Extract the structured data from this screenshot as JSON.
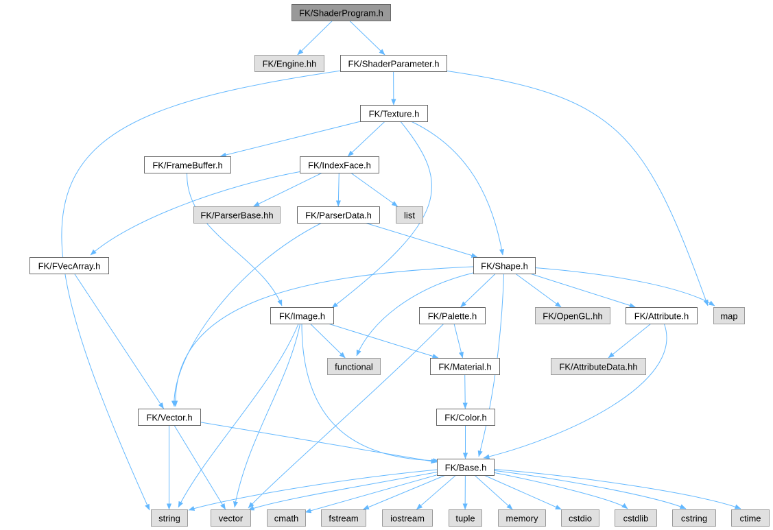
{
  "diagram": {
    "edge_color": "#63b8ff",
    "nodes": [
      {
        "id": "shaderprogram",
        "label": "FK/ShaderProgram.h",
        "kind": "root"
      },
      {
        "id": "engine",
        "label": "FK/Engine.hh",
        "kind": "external"
      },
      {
        "id": "shaderparameter",
        "label": "FK/ShaderParameter.h",
        "kind": "local"
      },
      {
        "id": "texture",
        "label": "FK/Texture.h",
        "kind": "local"
      },
      {
        "id": "framebuffer",
        "label": "FK/FrameBuffer.h",
        "kind": "local"
      },
      {
        "id": "indexface",
        "label": "FK/IndexFace.h",
        "kind": "local"
      },
      {
        "id": "parserbase",
        "label": "FK/ParserBase.hh",
        "kind": "external"
      },
      {
        "id": "parserdata",
        "label": "FK/ParserData.h",
        "kind": "local"
      },
      {
        "id": "list",
        "label": "list",
        "kind": "external"
      },
      {
        "id": "fvecarray",
        "label": "FK/FVecArray.h",
        "kind": "local"
      },
      {
        "id": "shape",
        "label": "FK/Shape.h",
        "kind": "local"
      },
      {
        "id": "image",
        "label": "FK/Image.h",
        "kind": "local"
      },
      {
        "id": "palette",
        "label": "FK/Palette.h",
        "kind": "local"
      },
      {
        "id": "opengl",
        "label": "FK/OpenGL.hh",
        "kind": "external"
      },
      {
        "id": "attribute",
        "label": "FK/Attribute.h",
        "kind": "local"
      },
      {
        "id": "map",
        "label": "map",
        "kind": "external"
      },
      {
        "id": "functional",
        "label": "functional",
        "kind": "external"
      },
      {
        "id": "material",
        "label": "FK/Material.h",
        "kind": "local"
      },
      {
        "id": "attributedata",
        "label": "FK/AttributeData.hh",
        "kind": "external"
      },
      {
        "id": "vector_h",
        "label": "FK/Vector.h",
        "kind": "local"
      },
      {
        "id": "color",
        "label": "FK/Color.h",
        "kind": "local"
      },
      {
        "id": "base",
        "label": "FK/Base.h",
        "kind": "local"
      },
      {
        "id": "string",
        "label": "string",
        "kind": "external"
      },
      {
        "id": "vector",
        "label": "vector",
        "kind": "external"
      },
      {
        "id": "cmath",
        "label": "cmath",
        "kind": "external"
      },
      {
        "id": "fstream",
        "label": "fstream",
        "kind": "external"
      },
      {
        "id": "iostream",
        "label": "iostream",
        "kind": "external"
      },
      {
        "id": "tuple",
        "label": "tuple",
        "kind": "external"
      },
      {
        "id": "memory",
        "label": "memory",
        "kind": "external"
      },
      {
        "id": "cstdio",
        "label": "cstdio",
        "kind": "external"
      },
      {
        "id": "cstdlib",
        "label": "cstdlib",
        "kind": "external"
      },
      {
        "id": "cstring",
        "label": "cstring",
        "kind": "external"
      },
      {
        "id": "ctime",
        "label": "ctime",
        "kind": "external"
      }
    ],
    "edges": [
      {
        "from": "shaderprogram",
        "to": "engine"
      },
      {
        "from": "shaderprogram",
        "to": "shaderparameter"
      },
      {
        "from": "shaderparameter",
        "to": "string"
      },
      {
        "from": "shaderparameter",
        "to": "texture"
      },
      {
        "from": "shaderparameter",
        "to": "map"
      },
      {
        "from": "texture",
        "to": "framebuffer"
      },
      {
        "from": "texture",
        "to": "indexface"
      },
      {
        "from": "texture",
        "to": "image"
      },
      {
        "from": "texture",
        "to": "shape"
      },
      {
        "from": "framebuffer",
        "to": "image"
      },
      {
        "from": "indexface",
        "to": "fvecarray"
      },
      {
        "from": "indexface",
        "to": "parserbase"
      },
      {
        "from": "indexface",
        "to": "parserdata"
      },
      {
        "from": "indexface",
        "to": "list"
      },
      {
        "from": "parserdata",
        "to": "vector_h"
      },
      {
        "from": "parserdata",
        "to": "shape"
      },
      {
        "from": "fvecarray",
        "to": "vector_h"
      },
      {
        "from": "shape",
        "to": "vector_h"
      },
      {
        "from": "shape",
        "to": "functional"
      },
      {
        "from": "shape",
        "to": "palette"
      },
      {
        "from": "shape",
        "to": "opengl"
      },
      {
        "from": "shape",
        "to": "attribute"
      },
      {
        "from": "shape",
        "to": "map"
      },
      {
        "from": "shape",
        "to": "base"
      },
      {
        "from": "image",
        "to": "functional"
      },
      {
        "from": "image",
        "to": "material"
      },
      {
        "from": "image",
        "to": "string"
      },
      {
        "from": "image",
        "to": "vector"
      },
      {
        "from": "image",
        "to": "base"
      },
      {
        "from": "palette",
        "to": "material"
      },
      {
        "from": "palette",
        "to": "vector"
      },
      {
        "from": "attribute",
        "to": "attributedata"
      },
      {
        "from": "attribute",
        "to": "base"
      },
      {
        "from": "material",
        "to": "color"
      },
      {
        "from": "color",
        "to": "base"
      },
      {
        "from": "vector_h",
        "to": "string"
      },
      {
        "from": "vector_h",
        "to": "vector"
      },
      {
        "from": "vector_h",
        "to": "base"
      },
      {
        "from": "base",
        "to": "string"
      },
      {
        "from": "base",
        "to": "vector"
      },
      {
        "from": "base",
        "to": "cmath"
      },
      {
        "from": "base",
        "to": "fstream"
      },
      {
        "from": "base",
        "to": "iostream"
      },
      {
        "from": "base",
        "to": "tuple"
      },
      {
        "from": "base",
        "to": "memory"
      },
      {
        "from": "base",
        "to": "cstdio"
      },
      {
        "from": "base",
        "to": "cstdlib"
      },
      {
        "from": "base",
        "to": "cstring"
      },
      {
        "from": "base",
        "to": "ctime"
      }
    ]
  }
}
